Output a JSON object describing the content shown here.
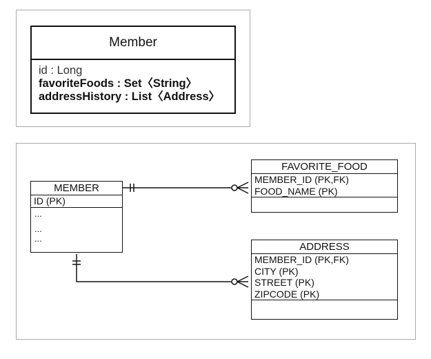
{
  "class_diagram": {
    "title": "Member",
    "attributes": [
      "id : Long",
      "favoriteFoods : Set〈String〉",
      "addressHistory : List〈Address〉"
    ]
  },
  "erd": {
    "member": {
      "name": "MEMBER",
      "columns": [
        "ID (PK)"
      ],
      "extra_rows": [
        "...",
        "...",
        "..."
      ]
    },
    "favorite_food": {
      "name": "FAVORITE_FOOD",
      "columns": [
        "MEMBER_ID (PK,FK)",
        "FOOD_NAME (PK)"
      ]
    },
    "address": {
      "name": "ADDRESS",
      "columns": [
        "MEMBER_ID (PK,FK)",
        "CITY (PK)",
        "STREET (PK)",
        "ZIPCODE (PK)"
      ]
    }
  }
}
